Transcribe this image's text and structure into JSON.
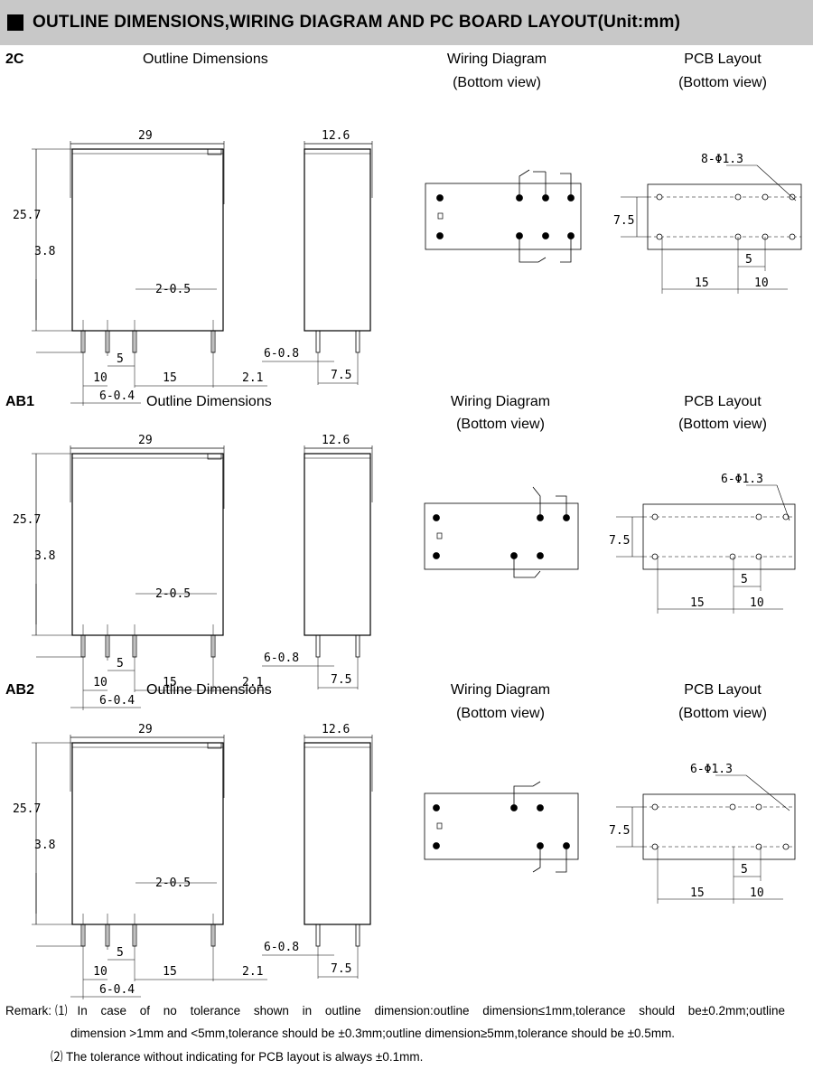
{
  "header": {
    "title": "OUTLINE DIMENSIONS,WIRING DIAGRAM AND PC BOARD LAYOUT(Unit:mm)"
  },
  "captions": {
    "outline": "Outline Dimensions",
    "wiring": "Wiring Diagram",
    "pcb": "PCB Layout",
    "bottom_view": "(Bottom view)"
  },
  "sections": [
    {
      "id": "2C",
      "holes": "8-Φ1.3"
    },
    {
      "id": "AB1",
      "holes": "6-Φ1.3"
    },
    {
      "id": "AB2",
      "holes": "6-Φ1.3"
    }
  ],
  "dimensions": {
    "width": "29",
    "height": "25.7",
    "depth": "12.6",
    "pin_len": "3.8",
    "pin_w": "2-0.5",
    "pin_side": "6-0.8",
    "pin_bot": "6-0.4",
    "d5": "5",
    "d10": "10",
    "d15": "15",
    "d21": "2.1",
    "d75": "7.5"
  },
  "remarks": {
    "label": "Remark:",
    "line1": "⑴In case of no tolerance shown in outline dimension:outline dimension≤1mm,tolerance should be±0.2mm;outline",
    "line2": "dimension >1mm and <5mm,tolerance should be ±0.3mm;outline dimension≥5mm,tolerance should be ±0.5mm.",
    "line3": "⑵ The tolerance without indicating for PCB layout is always ±0.1mm."
  }
}
